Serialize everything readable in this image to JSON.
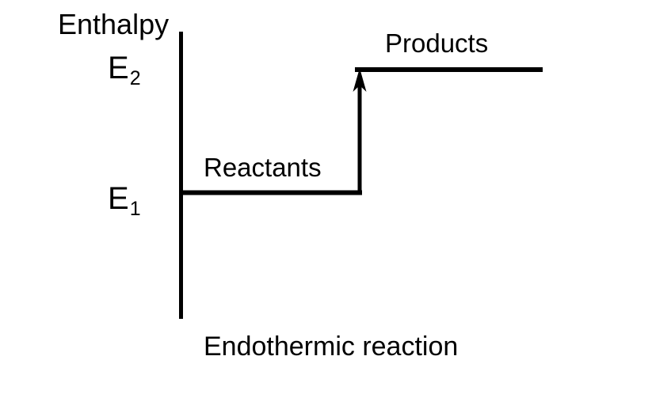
{
  "figure": {
    "caption": "Endothermic reaction",
    "axis_title": "Enthalpy",
    "background_color": "#ffffff",
    "line_color": "#000000"
  },
  "labels": {
    "energy_low": "E",
    "energy_low_subscript": "1",
    "energy_high": "E",
    "energy_high_subscript": "2",
    "reactants": "Reactants",
    "products": "Products"
  },
  "chart_data": {
    "type": "line",
    "title": "Endothermic reaction",
    "xlabel": "",
    "ylabel": "Enthalpy",
    "grid": false,
    "legend": "none",
    "axis": {
      "y_axis_drawn": true,
      "x_axis_drawn": false,
      "y_tick_labels": [
        "E1",
        "E2"
      ],
      "y_tick_meaning": [
        "Reactants enthalpy",
        "Products enthalpy"
      ]
    },
    "annotations": [
      {
        "text": "Reactants",
        "at_level": "E1",
        "description": "Horizontal line marking reactant enthalpy"
      },
      {
        "text": "Products",
        "at_level": "E2",
        "description": "Horizontal line marking product enthalpy, higher than reactants"
      },
      {
        "text": "",
        "arrow": "up",
        "from_level": "E1",
        "to_level": "E2",
        "description": "Upward arrow showing enthalpy increase (heat absorbed)"
      }
    ],
    "series": [
      {
        "name": "Enthalpy profile",
        "x": [
          0,
          1,
          1,
          2
        ],
        "y": [
          "E1",
          "E1",
          "E2",
          "E2"
        ],
        "step": "post"
      }
    ],
    "reading": "Products enthalpy E2 is greater than reactants enthalpy E1, so the reaction absorbs heat (endothermic)."
  }
}
